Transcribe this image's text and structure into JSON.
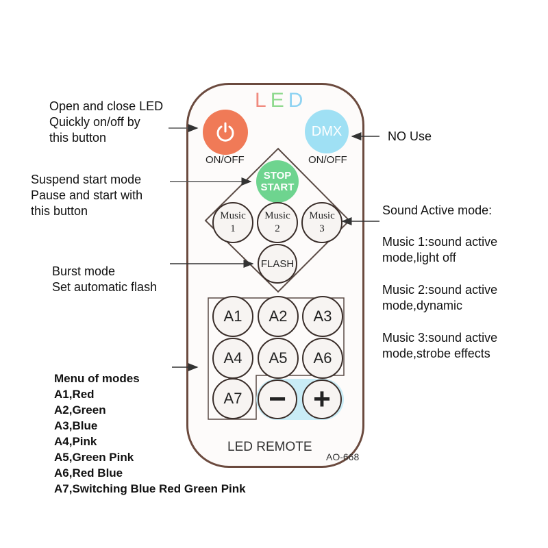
{
  "remote": {
    "logo_letters": [
      {
        "ch": "L",
        "color": "#f08a7e"
      },
      {
        "ch": "E",
        "color": "#8fd98e"
      },
      {
        "ch": "D",
        "color": "#8fd3f2"
      }
    ],
    "power_label": "ON/OFF",
    "dmx_text": "DMX",
    "dmx_label": "ON/OFF",
    "stop_line1": "STOP",
    "stop_line2": "START",
    "music_buttons": [
      {
        "line1": "Music",
        "line2": "1"
      },
      {
        "line1": "Music",
        "line2": "2"
      },
      {
        "line1": "Music",
        "line2": "3"
      }
    ],
    "flash_text": "FLASH",
    "mode_buttons": [
      "A1",
      "A2",
      "A3",
      "A4",
      "A5",
      "A6",
      "A7"
    ],
    "minus_text": "−",
    "plus_text": "+",
    "brand": "LED REMOTE",
    "model": "AO-668",
    "colors": {
      "border": "#6b4a3e",
      "power": "#f07a57",
      "dmx": "#9fe0f4",
      "stop": "#6ed48f",
      "plusminus_bg": "#c9ecf6"
    }
  },
  "annotations": {
    "power": "Open and close LED\nQuickly on/off by\nthis button",
    "dmx": "NO Use",
    "stop": "Suspend start mode\nPause and start with\nthis button",
    "sound_title": "Sound Active mode:",
    "music1": "Music 1:sound active\nmode,light off",
    "music2": "Music 2:sound active\nmode,dynamic",
    "music3": "Music 3:sound active\nmode,strobe effects",
    "burst": "Burst mode\nSet automatic flash",
    "menu_lines": [
      "Menu of modes",
      "A1,Red",
      "A2,Green",
      "A3,Blue",
      "A4,Pink",
      "A5,Green Pink",
      "A6,Red Blue",
      "A7,Switching Blue Red Green Pink"
    ]
  }
}
